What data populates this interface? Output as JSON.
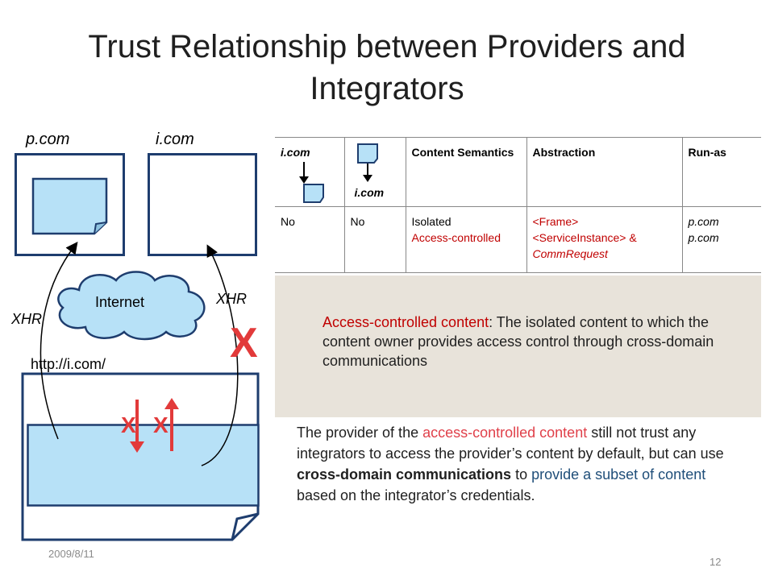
{
  "title": "Trust Relationship between Providers and Integrators",
  "diagram": {
    "pcom_label": "p.com",
    "icom_label": "i.com",
    "internet_label": "Internet",
    "xhr_left": "XHR",
    "xhr_right": "XHR",
    "url_label": "http://i.com/",
    "block_mark": "X",
    "small_mark_1": "X",
    "small_mark_2": "X"
  },
  "table": {
    "header": {
      "col1": "i.com",
      "col2": "i.com",
      "col3": "Content Semantics",
      "col4": "Abstraction",
      "col5": "Run-as"
    },
    "row": {
      "col1": "No",
      "col2": "No",
      "col3_a": "Isolated",
      "col3_b": "Access-controlled",
      "col4_a": "<Frame>",
      "col4_b": "<ServiceInstance> &",
      "col4_c": "CommRequest",
      "col5_a": "p.com",
      "col5_b": "p.com"
    }
  },
  "definition": {
    "term": "Access-controlled content",
    "text": ": The isolated content to which the content owner provides access control through cross-domain communications"
  },
  "paragraph": {
    "p1": "The provider of the ",
    "p2": "access-controlled content",
    "p3": " still not trust any integrators to access the provider’s content by default, but can use ",
    "p4": "cross-domain communications",
    "p5": " to ",
    "p6": "provide a subset of content",
    "p7": " based on the integrator’s credentials."
  },
  "footer": {
    "date": "2009/8/11",
    "page": "12"
  },
  "colors": {
    "frame_border": "#1e3d6e",
    "note_fill": "#b7e1f7",
    "accent_red": "#e23a3a",
    "overlay_bg": "#e8e3da"
  }
}
